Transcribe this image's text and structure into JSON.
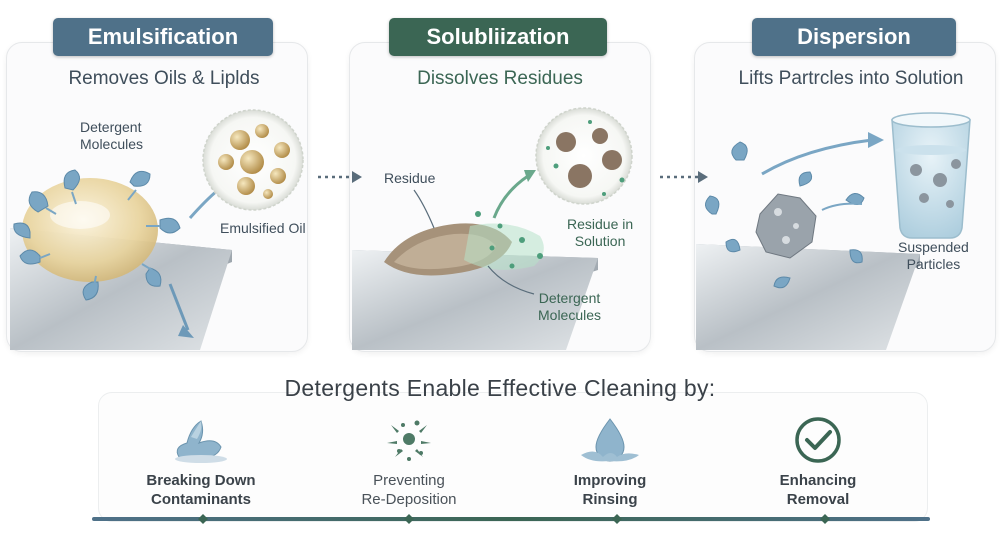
{
  "panels": [
    {
      "tag": "Emulsification",
      "subtitle": "Removes Oils & Liplds",
      "labels": {
        "detergent": [
          "Detergent",
          "Molecules"
        ],
        "emulsified": "Emulsified Oil"
      }
    },
    {
      "tag": "Solubliization",
      "subtitle": "Dissolves Residues",
      "labels": {
        "residue": "Residue",
        "residue_in_solution": [
          "Residue in",
          "Solution"
        ],
        "detergent": [
          "Detergent",
          "Molecules"
        ]
      }
    },
    {
      "tag": "Dispersion",
      "subtitle": "Lifts Partrcles into Solution",
      "labels": {
        "suspended": [
          "Suspended",
          "Particles"
        ]
      }
    }
  ],
  "summary": {
    "title": "Detergents Enable Effective Cleaning by:",
    "benefits": [
      {
        "icon": "droplet-splash-icon",
        "lines": [
          "Breaking Down",
          "Contaminants"
        ]
      },
      {
        "icon": "scatter-particles-icon",
        "lines": [
          "Preventing",
          "Re-Deposition"
        ]
      },
      {
        "icon": "water-drop-icon",
        "lines": [
          "Improving",
          "Rinsing"
        ]
      },
      {
        "icon": "checkmark-circle-icon",
        "lines": [
          "Enhancing",
          "Removal"
        ]
      }
    ]
  },
  "colors": {
    "steel_blue": "#4f7189",
    "green": "#3b6654",
    "detergent_blue": "#7aa6c4",
    "oil_amber": "#e3c98a",
    "residue_brown": "#9c8a74"
  }
}
